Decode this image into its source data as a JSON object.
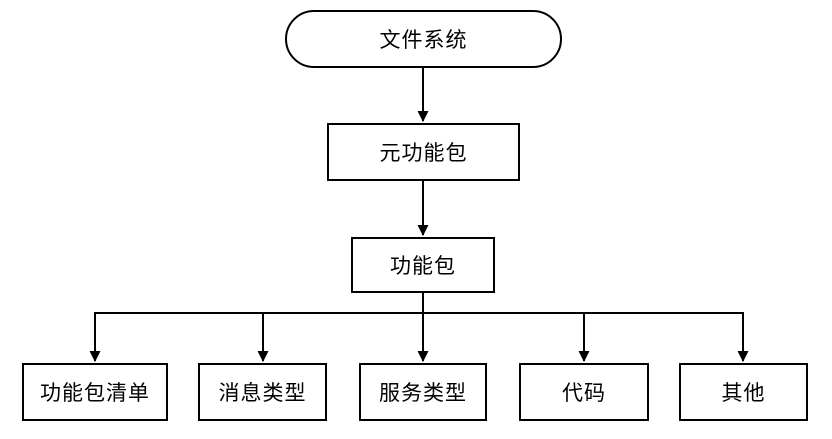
{
  "diagram": {
    "title": "file-system-package-hierarchy",
    "type": "tree-flowchart",
    "colors": {
      "background": "#ffffff",
      "node_border": "#000000",
      "node_fill": "#ffffff",
      "text": "#000000",
      "connector": "#000000"
    },
    "nodes": {
      "root": {
        "label": "文件系统",
        "shape": "stadium"
      },
      "meta": {
        "label": "元功能包",
        "shape": "rect"
      },
      "pkg": {
        "label": "功能包",
        "shape": "rect"
      },
      "children": [
        {
          "label": "功能包清单",
          "shape": "rect"
        },
        {
          "label": "消息类型",
          "shape": "rect"
        },
        {
          "label": "服务类型",
          "shape": "rect"
        },
        {
          "label": "代码",
          "shape": "rect"
        },
        {
          "label": "其他",
          "shape": "rect"
        }
      ]
    },
    "edges": [
      {
        "from": "文件系统",
        "to": "元功能包",
        "arrow": true
      },
      {
        "from": "元功能包",
        "to": "功能包",
        "arrow": true
      },
      {
        "from": "功能包",
        "to": "功能包清单",
        "arrow": true
      },
      {
        "from": "功能包",
        "to": "消息类型",
        "arrow": true
      },
      {
        "from": "功能包",
        "to": "服务类型",
        "arrow": true
      },
      {
        "from": "功能包",
        "to": "代码",
        "arrow": true
      },
      {
        "from": "功能包",
        "to": "其他",
        "arrow": true
      }
    ]
  }
}
